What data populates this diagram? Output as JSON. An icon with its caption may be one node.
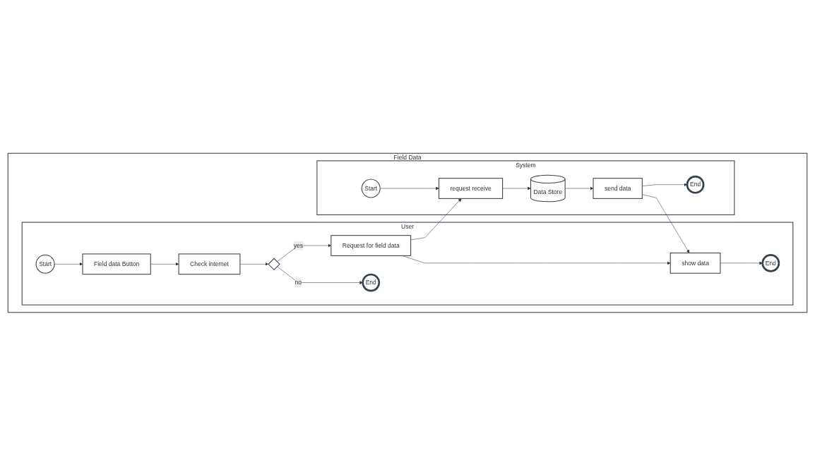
{
  "diagram": {
    "nodes": [
      {
        "text": [
          "Field Data"
        ]
      },
      {
        "text": [
          "User"
        ],
        "in": 0
      },
      {
        "text": [
          "Start"
        ],
        "in": 1
      },
      {
        "text": [
          "Field data Button"
        ],
        "in": 1
      },
      {
        "text": [
          "Check internet"
        ],
        "in": 1
      },
      {
        "text": [],
        "shape": "diamond",
        "in": 1
      },
      {
        "text": [
          "Request for field data"
        ],
        "in": 1
      },
      {
        "text": [
          "show data"
        ],
        "in": 1
      },
      {
        "text": [
          "End"
        ],
        "in": 1
      },
      {
        "text": [
          "End"
        ],
        "in": 1
      },
      {
        "text": [
          "System"
        ],
        "in": 0
      },
      {
        "text": [
          "Start"
        ],
        "in": 10
      },
      {
        "text": [
          "request receive"
        ],
        "in": 10
      },
      {
        "text": [
          "Data Store"
        ],
        "in": 10
      },
      {
        "text": [
          "send data"
        ],
        "in": 10
      },
      {
        "text": [
          "End"
        ],
        "in": 10
      }
    ],
    "edges": [
      {
        "from": 2,
        "to": 3,
        "arrow": "to"
      },
      {
        "from": 3,
        "to": 4,
        "arrow": "to"
      },
      {
        "from": 4,
        "to": 5,
        "arrow": "to"
      },
      {
        "from": 5,
        "to": 6,
        "arrow": "to",
        "label": "yes"
      },
      {
        "from": 5,
        "to": 9,
        "arrow": "to",
        "label": "no"
      },
      {
        "from": 6,
        "to": 7,
        "arrow": "to"
      },
      {
        "from": 7,
        "to": 8,
        "arrow": "to"
      },
      {
        "from": 6,
        "to": 12,
        "arrow": "to"
      },
      {
        "from": 11,
        "to": 12,
        "arrow": "to"
      },
      {
        "from": 12,
        "to": 13,
        "arrow": "to"
      },
      {
        "from": 13,
        "to": 14,
        "arrow": "to"
      },
      {
        "from": 14,
        "to": 7,
        "arrow": "to"
      },
      {
        "from": 14,
        "to": 15,
        "arrow": "to"
      }
    ]
  }
}
